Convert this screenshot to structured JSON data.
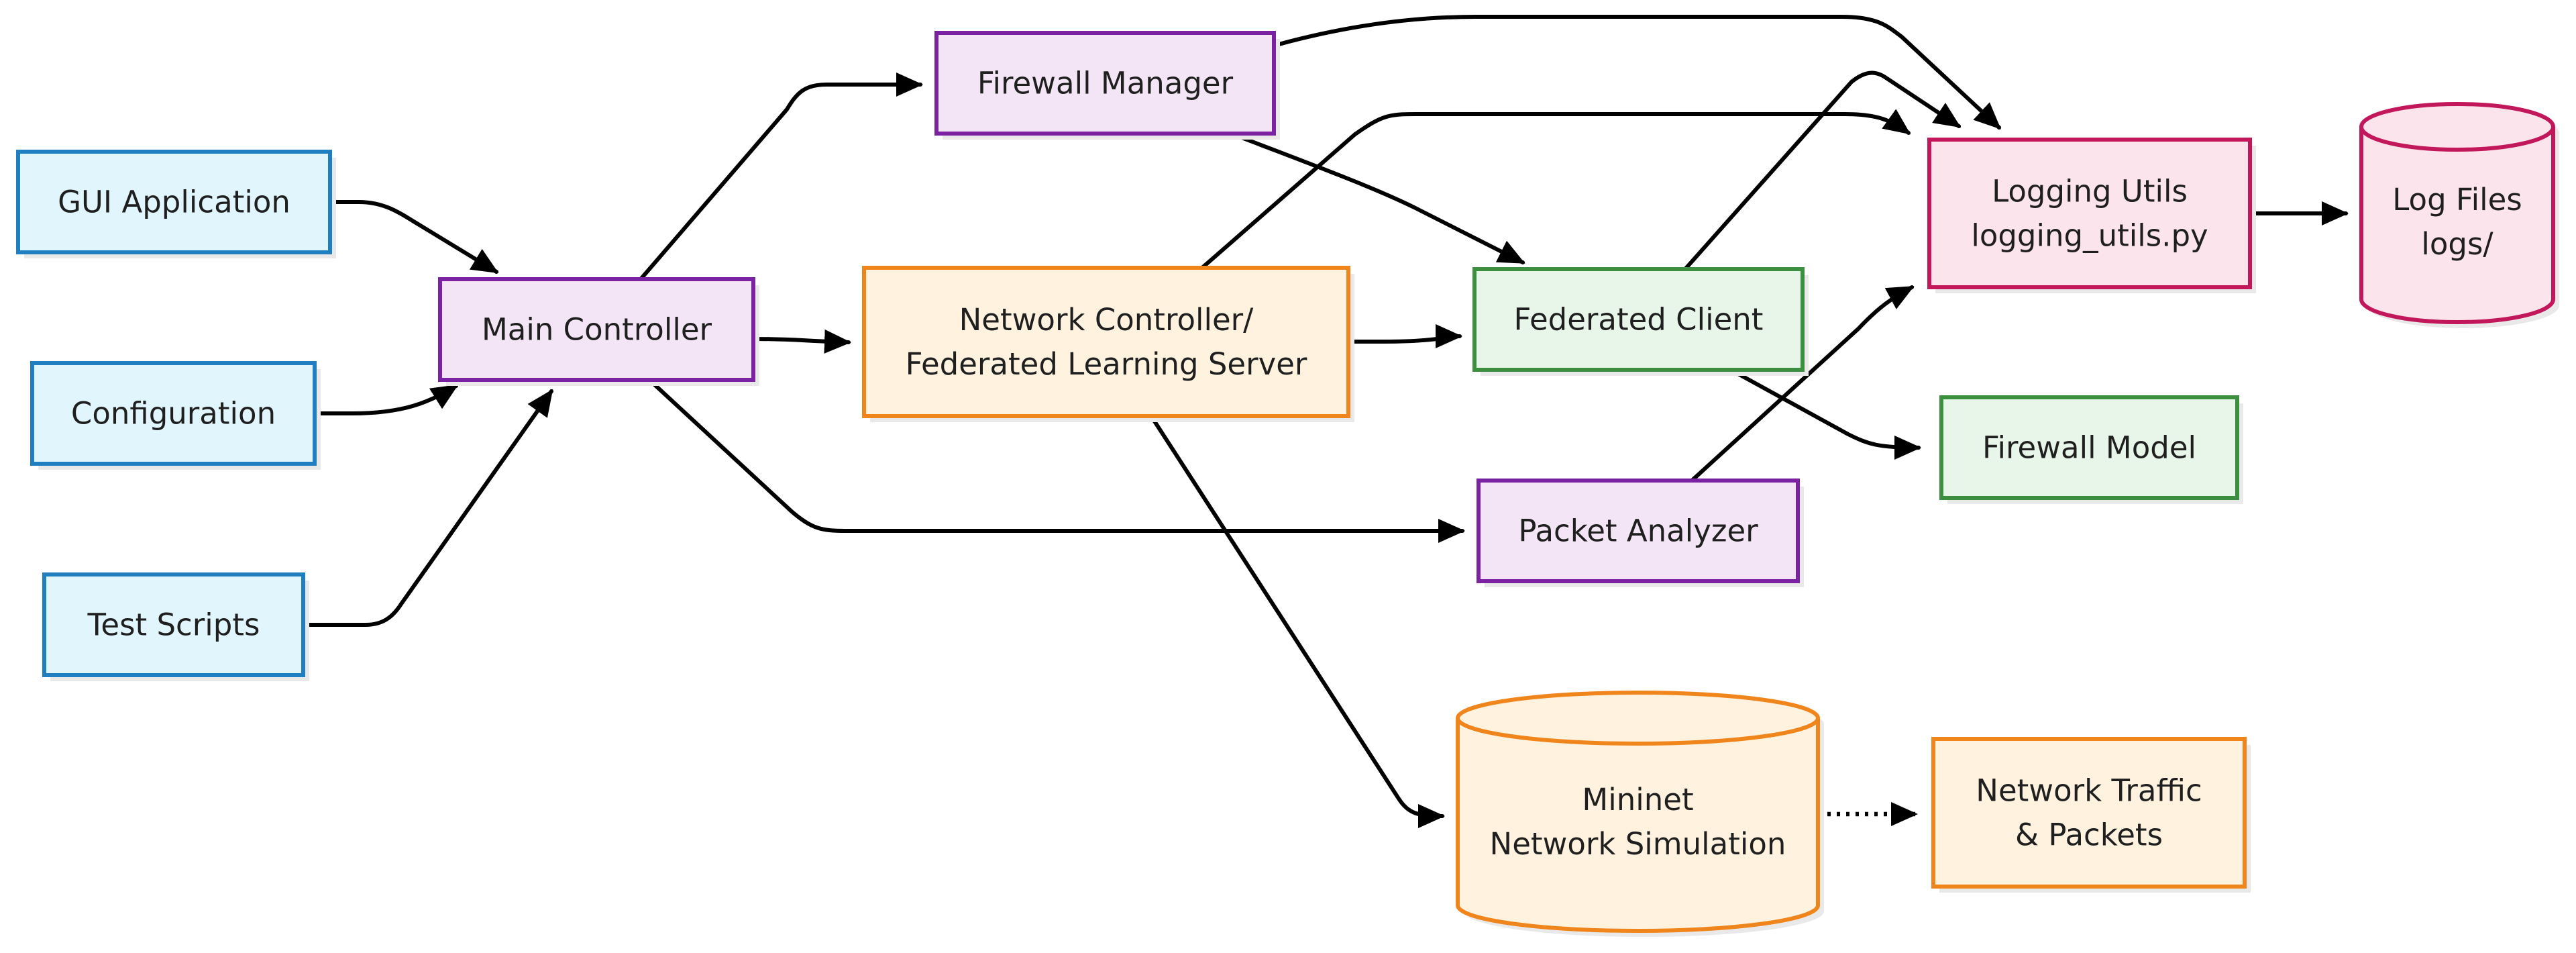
{
  "colors": {
    "blue": {
      "stroke": "#1f7fc0",
      "fill": "#e1f5fd"
    },
    "purple": {
      "stroke": "#7b22a3",
      "fill": "#f3e5f5"
    },
    "orange": {
      "stroke": "#f0851c",
      "fill": "#fff3e0"
    },
    "green": {
      "stroke": "#3c8f3f",
      "fill": "#e8f5e9"
    },
    "pink": {
      "stroke": "#c2185b",
      "fill": "#fce4ec"
    },
    "edge": "#000000"
  },
  "nodes": [
    {
      "id": "gui",
      "shape": "rect",
      "color": "blue",
      "lines": [
        "GUI Application"
      ]
    },
    {
      "id": "config",
      "shape": "rect",
      "color": "blue",
      "lines": [
        "Configuration"
      ]
    },
    {
      "id": "tests",
      "shape": "rect",
      "color": "blue",
      "lines": [
        "Test Scripts"
      ]
    },
    {
      "id": "main",
      "shape": "rect",
      "color": "purple",
      "lines": [
        "Main Controller"
      ]
    },
    {
      "id": "fwmanager",
      "shape": "rect",
      "color": "purple",
      "lines": [
        "Firewall Manager"
      ]
    },
    {
      "id": "netctrl",
      "shape": "rect",
      "color": "orange",
      "lines": [
        "Network Controller/",
        "Federated Learning Server"
      ]
    },
    {
      "id": "fedclient",
      "shape": "rect",
      "color": "green",
      "lines": [
        "Federated Client"
      ]
    },
    {
      "id": "packet",
      "shape": "rect",
      "color": "purple",
      "lines": [
        "Packet Analyzer"
      ]
    },
    {
      "id": "logging",
      "shape": "rect",
      "color": "pink",
      "lines": [
        "Logging Utils",
        "logging_utils.py"
      ]
    },
    {
      "id": "logfiles",
      "shape": "cylinder",
      "color": "pink",
      "lines": [
        "Log Files",
        "logs/"
      ]
    },
    {
      "id": "fwmodel",
      "shape": "rect",
      "color": "green",
      "lines": [
        "Firewall Model"
      ]
    },
    {
      "id": "mininet",
      "shape": "cylinder",
      "color": "orange",
      "lines": [
        "Mininet",
        "Network Simulation"
      ]
    },
    {
      "id": "traffic",
      "shape": "rect",
      "color": "orange",
      "lines": [
        "Network Traffic",
        "& Packets"
      ]
    }
  ],
  "edges": [
    {
      "from": "gui",
      "to": "main",
      "style": "solid"
    },
    {
      "from": "config",
      "to": "main",
      "style": "solid"
    },
    {
      "from": "tests",
      "to": "main",
      "style": "solid"
    },
    {
      "from": "main",
      "to": "fwmanager",
      "style": "solid"
    },
    {
      "from": "main",
      "to": "netctrl",
      "style": "solid"
    },
    {
      "from": "main",
      "to": "packet",
      "style": "solid"
    },
    {
      "from": "fwmanager",
      "to": "logging",
      "style": "solid"
    },
    {
      "from": "fwmanager",
      "to": "fedclient",
      "style": "solid"
    },
    {
      "from": "netctrl",
      "to": "logging",
      "style": "solid"
    },
    {
      "from": "netctrl",
      "to": "fedclient",
      "style": "solid"
    },
    {
      "from": "netctrl",
      "to": "mininet",
      "style": "solid"
    },
    {
      "from": "fedclient",
      "to": "logging",
      "style": "solid"
    },
    {
      "from": "fedclient",
      "to": "fwmodel",
      "style": "solid"
    },
    {
      "from": "packet",
      "to": "logging",
      "style": "solid"
    },
    {
      "from": "logging",
      "to": "logfiles",
      "style": "solid"
    },
    {
      "from": "mininet",
      "to": "traffic",
      "style": "dotted"
    }
  ]
}
